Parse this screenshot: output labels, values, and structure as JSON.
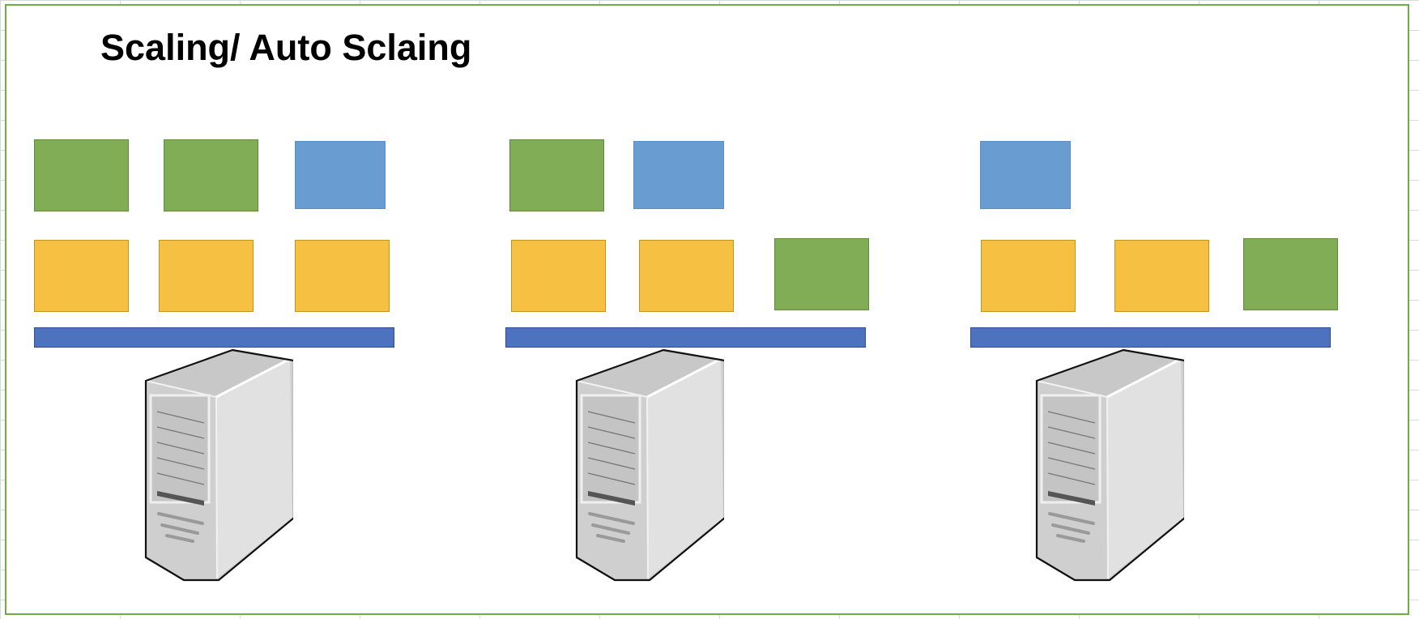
{
  "diagram": {
    "title": "Scaling/ Auto Sclaing",
    "colors": {
      "frame_border": "#70ad47",
      "green_block": "#80ad56",
      "blue_block": "#699dd2",
      "yellow_block": "#f6c143",
      "platform_bar": "#4d73bf",
      "server_body": "#d9d9d9"
    },
    "groups": [
      {
        "top_row": [
          "green",
          "green",
          "blue"
        ],
        "bottom_row": [
          "yellow",
          "yellow",
          "yellow"
        ],
        "server_icon": "server-tower-icon"
      },
      {
        "top_row": [
          "green",
          "blue"
        ],
        "bottom_row": [
          "yellow",
          "yellow",
          "green"
        ],
        "server_icon": "server-tower-icon"
      },
      {
        "top_row": [
          "blue"
        ],
        "bottom_row": [
          "yellow",
          "yellow",
          "green"
        ],
        "server_icon": "server-tower-icon"
      }
    ]
  }
}
